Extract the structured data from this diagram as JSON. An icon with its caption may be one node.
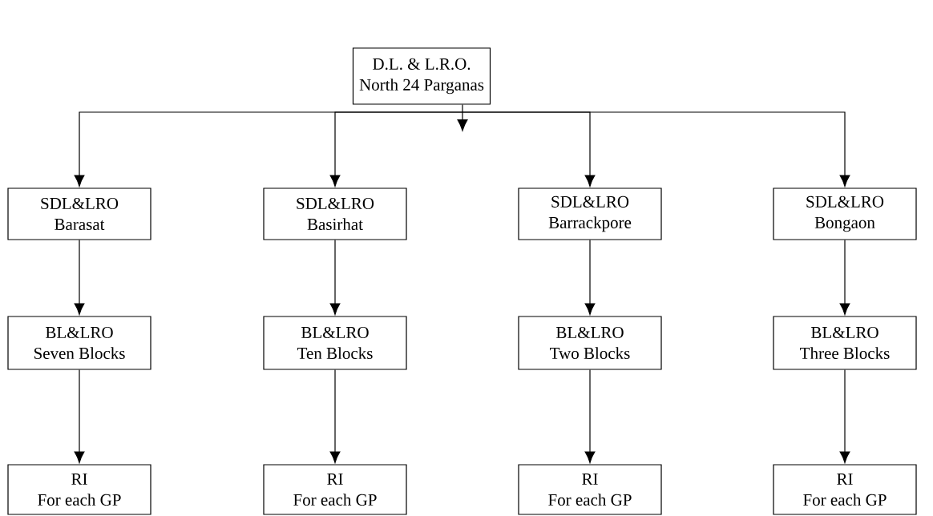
{
  "diagram": {
    "nodes": [
      {
        "text": [
          "D.L. & L.R.O.",
          "North 24 Parganas"
        ]
      },
      {
        "text": [
          "SDL&LRO",
          "Barasat"
        ]
      },
      {
        "text": [
          "SDL&LRO",
          "Basirhat"
        ]
      },
      {
        "text": [
          "SDL&LRO",
          "Barrackpore"
        ]
      },
      {
        "text": [
          "SDL&LRO",
          "Bongaon"
        ]
      },
      {
        "text": [
          "BL&LRO",
          "Seven Blocks"
        ]
      },
      {
        "text": [
          "BL&LRO",
          "Ten Blocks"
        ]
      },
      {
        "text": [
          "BL&LRO",
          "Two Blocks"
        ]
      },
      {
        "text": [
          "BL&LRO",
          "Three Blocks"
        ]
      },
      {
        "text": [
          "RI",
          "For each GP"
        ]
      },
      {
        "text": [
          "RI",
          "For each GP"
        ]
      },
      {
        "text": [
          "RI",
          "For each GP"
        ]
      },
      {
        "text": [
          "RI",
          "For each GP"
        ]
      }
    ],
    "edges": [
      {
        "from": 0,
        "to": 1,
        "arrow": "to"
      },
      {
        "from": 0,
        "to": 2,
        "arrow": "to"
      },
      {
        "from": 0,
        "to": 3,
        "arrow": "to"
      },
      {
        "from": 0,
        "to": 4,
        "arrow": "to"
      },
      {
        "from": 1,
        "to": 5,
        "arrow": "to"
      },
      {
        "from": 5,
        "to": 9,
        "arrow": "to"
      },
      {
        "from": 2,
        "to": 6,
        "arrow": "to"
      },
      {
        "from": 6,
        "to": 10,
        "arrow": "to"
      },
      {
        "from": 3,
        "to": 7,
        "arrow": "to"
      },
      {
        "from": 7,
        "to": 11,
        "arrow": "to"
      },
      {
        "from": 4,
        "to": 8,
        "arrow": "to"
      },
      {
        "from": 8,
        "to": 12,
        "arrow": "to"
      }
    ]
  }
}
